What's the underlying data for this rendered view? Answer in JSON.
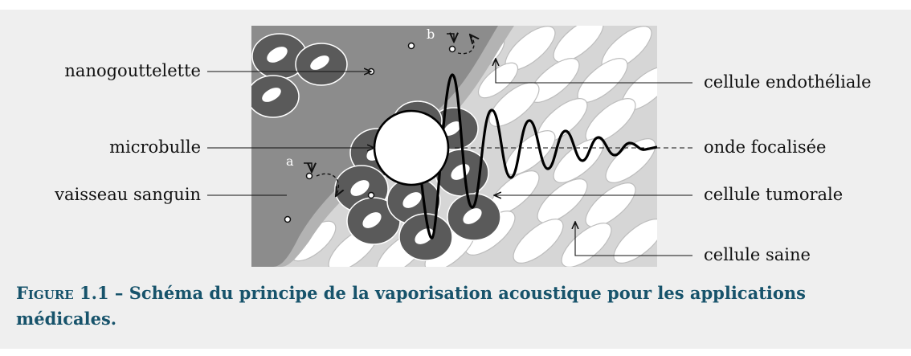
{
  "labels": {
    "nanodroplet": "nanogouttelette",
    "microbubble": "microbulle",
    "vessel": "vaisseau sanguin",
    "endothelial_cell": "cellule endothéliale",
    "focused_wave": "onde focalisée",
    "tumor_cell": "cellule tumorale",
    "healthy_cell": "cellule saine"
  },
  "markers": {
    "a": "a",
    "b": "b"
  },
  "caption": {
    "number": "Figure 1.1 –",
    "text": "Schéma du principe de la vaporisation acoustique pour les applications médicales."
  },
  "colors": {
    "panel_background": "#efefef",
    "vessel": "#8c8c8c",
    "endothelium": "#b3b3b3",
    "tissue": "#d6d6d6",
    "tumor_cell": "#5a5a5a",
    "caption": "#17536b"
  },
  "icons": [
    "arrow-head-icon",
    "curved-arrow-icon",
    "wave-icon"
  ]
}
